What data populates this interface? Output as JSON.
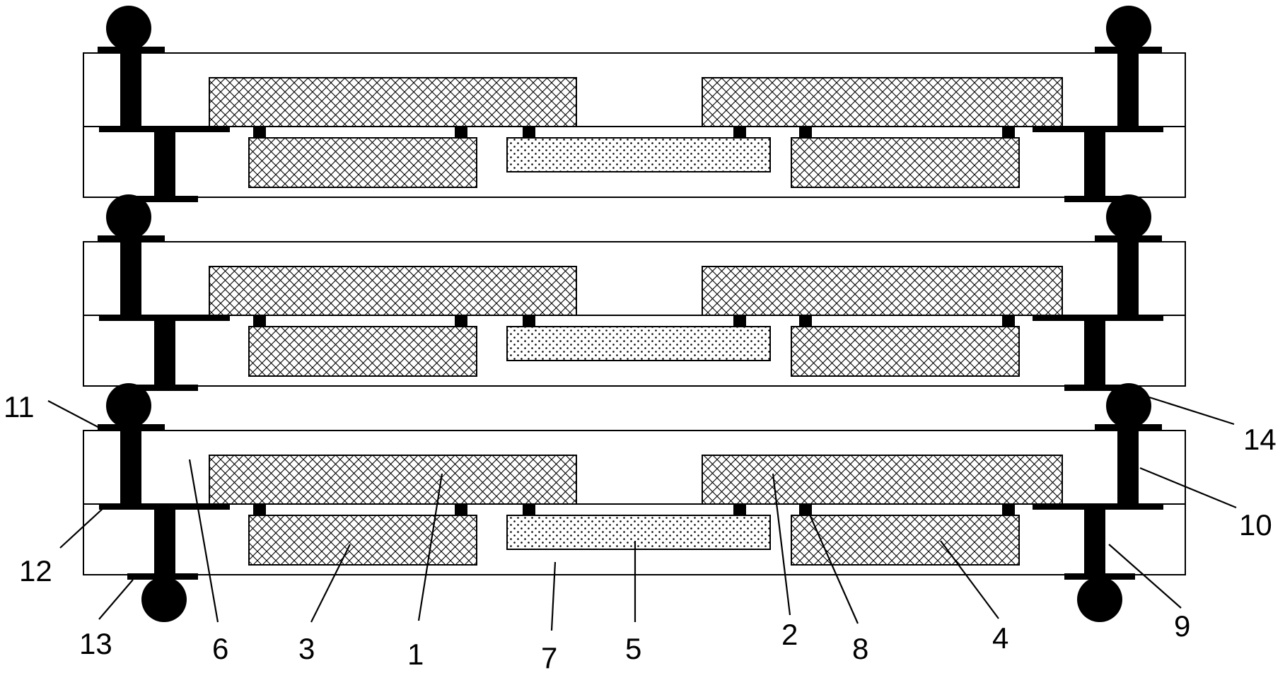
{
  "labels": {
    "l1": "1",
    "l2": "2",
    "l3": "3",
    "l4": "4",
    "l5": "5",
    "l6": "6",
    "l7": "7",
    "l8": "8",
    "l9": "9",
    "l10": "10",
    "l11": "11",
    "l12": "12",
    "l13": "13",
    "l14": "14"
  },
  "colors": {
    "line": "#000000",
    "background": "#ffffff"
  },
  "layers": 3
}
